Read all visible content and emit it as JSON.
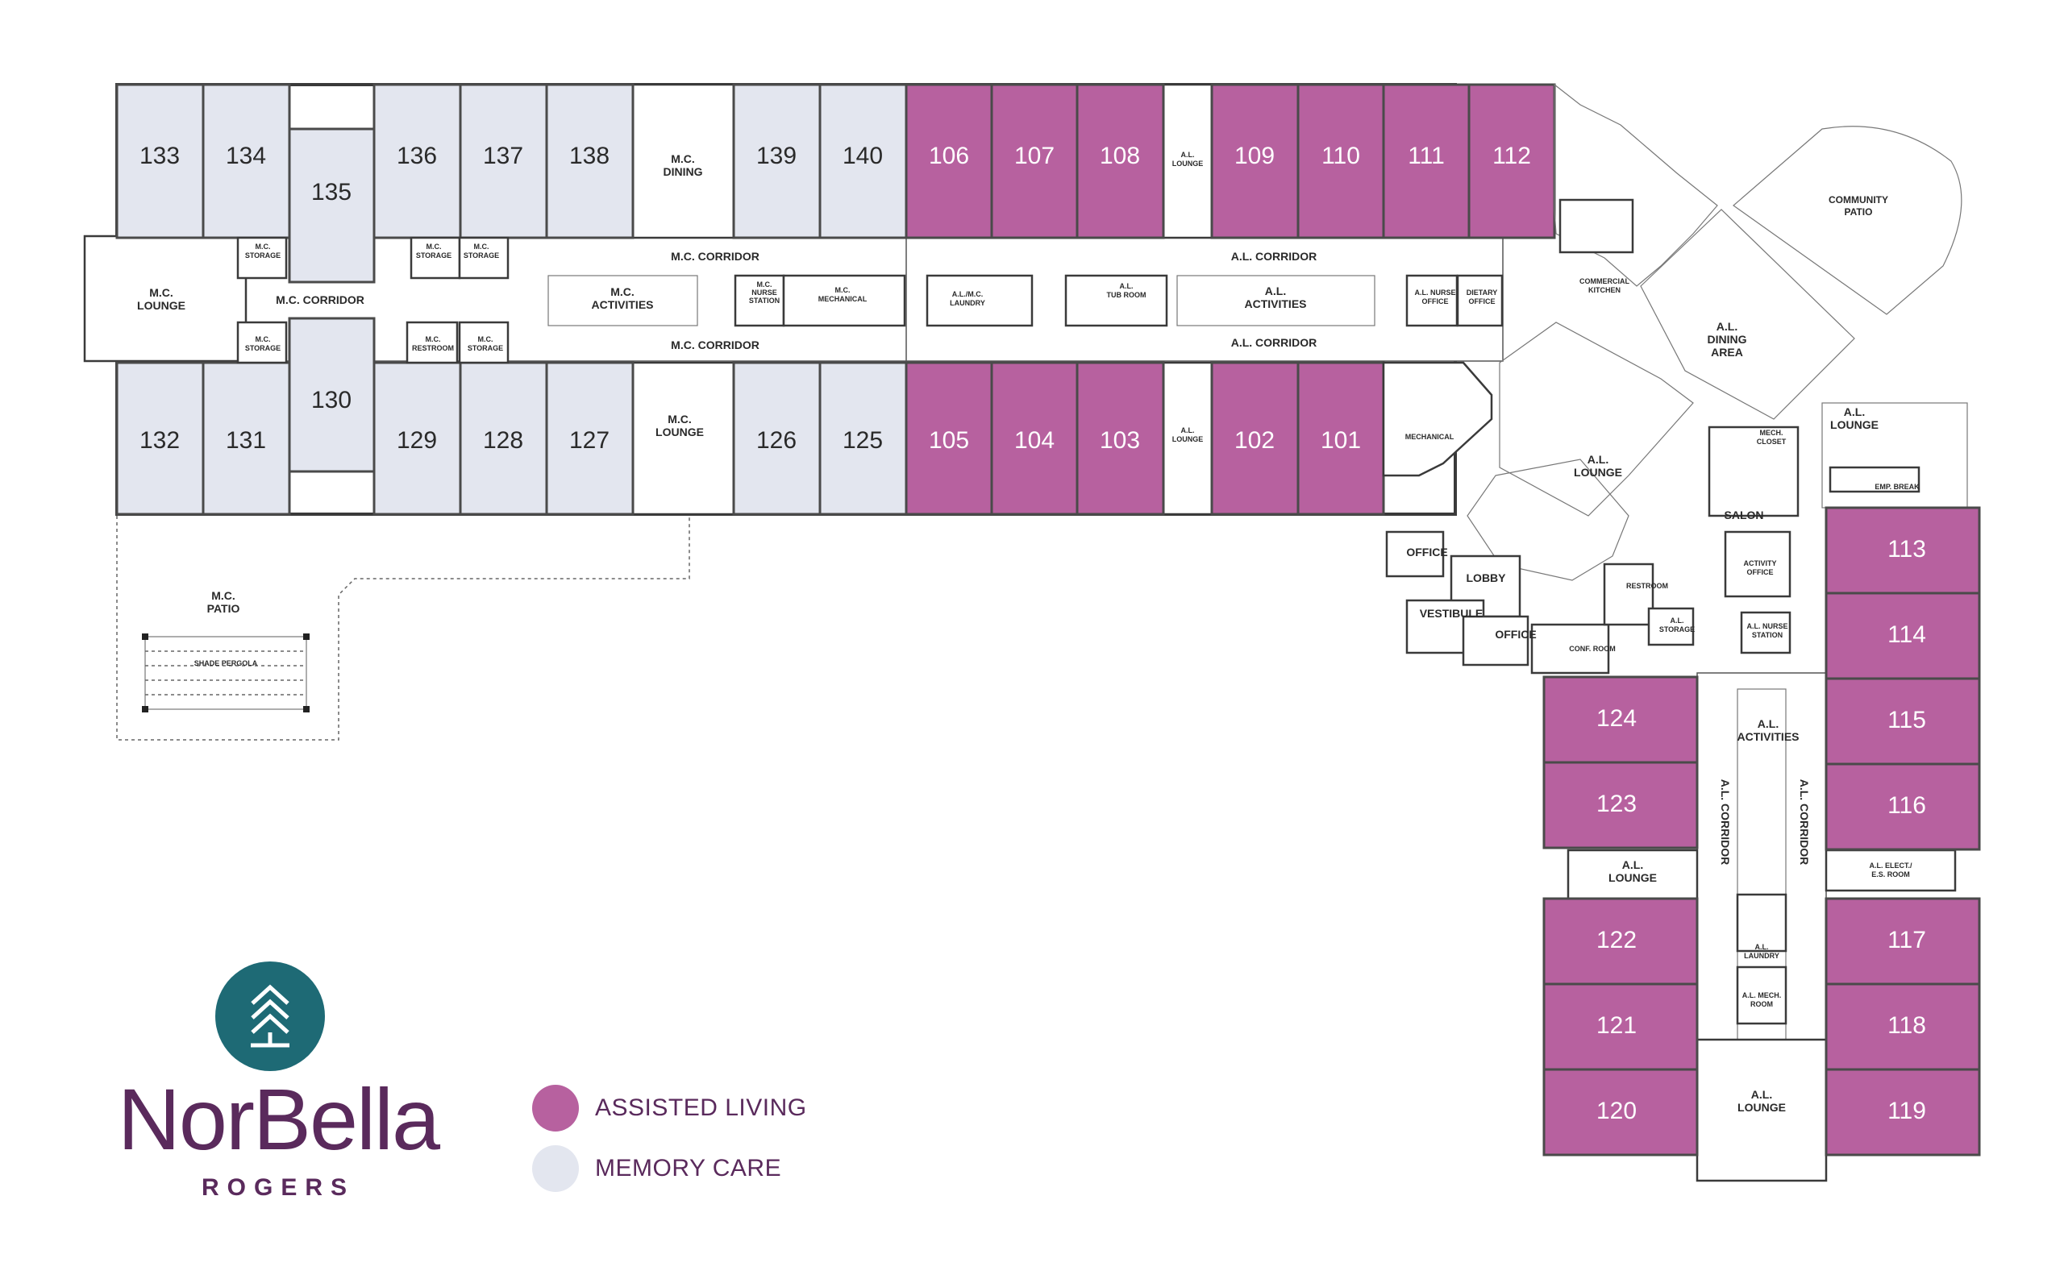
{
  "colors": {
    "assisted_living": "#b7619f",
    "memory_care": "#e3e6ef",
    "brand": "#5a2a5c",
    "logo_teal": "#1e6a75"
  },
  "units": {
    "u133": "133",
    "u134": "134",
    "u135": "135",
    "u136": "136",
    "u137": "137",
    "u138": "138",
    "u139": "139",
    "u140": "140",
    "u132": "132",
    "u131": "131",
    "u130": "130",
    "u129": "129",
    "u128": "128",
    "u127": "127",
    "u126": "126",
    "u125": "125",
    "u106": "106",
    "u107": "107",
    "u108": "108",
    "u109": "109",
    "u110": "110",
    "u111": "111",
    "u112": "112",
    "u105": "105",
    "u104": "104",
    "u103": "103",
    "u102": "102",
    "u101": "101",
    "u113": "113",
    "u114": "114",
    "u115": "115",
    "u116": "116",
    "u117": "117",
    "u118": "118",
    "u119": "119",
    "u124": "124",
    "u123": "123",
    "u122": "122",
    "u121": "121",
    "u120": "120"
  },
  "rooms": {
    "mc_dining_1": "M.C.",
    "mc_dining_2": "DINING",
    "mc_lounge_west_1": "M.C.",
    "mc_lounge_west_2": "LOUNGE",
    "mc_lounge_south_1": "M.C.",
    "mc_lounge_south_2": "LOUNGE",
    "mc_corridor_west": "M.C. CORRIDOR",
    "mc_corridor_top": "M.C. CORRIDOR",
    "mc_corridor_bottom": "M.C. CORRIDOR",
    "mc_activities_1": "M.C.",
    "mc_activities_2": "ACTIVITIES",
    "mc_storage_1a": "M.C.",
    "mc_storage_1b": "STORAGE",
    "mc_storage_2a": "M.C.",
    "mc_storage_2b": "STORAGE",
    "mc_storage_3a": "M.C.",
    "mc_storage_3b": "STORAGE",
    "mc_storage_4a": "M.C.",
    "mc_storage_4b": "STORAGE",
    "mc_storage_5a": "M.C.",
    "mc_storage_5b": "STORAGE",
    "mc_restroom_a": "M.C.",
    "mc_restroom_b": "RESTROOM",
    "mc_nurse_a": "M.C.",
    "mc_nurse_b": "NURSE",
    "mc_nurse_c": "STATION",
    "mc_mech_a": "M.C.",
    "mc_mech_b": "MECHANICAL",
    "al_mc_laundry_a": "A.L./M.C.",
    "al_mc_laundry_b": "LAUNDRY",
    "al_tub_a": "A.L.",
    "al_tub_b": "TUB ROOM",
    "al_lounge_n_a": "A.L.",
    "al_lounge_n_b": "LOUNGE",
    "al_lounge_s_a": "A.L.",
    "al_lounge_s_b": "LOUNGE",
    "al_corridor_top": "A.L. CORRIDOR",
    "al_corridor_bottom": "A.L. CORRIDOR",
    "al_activities_1": "A.L.",
    "al_activities_2": "ACTIVITIES",
    "al_nurse_office_a": "A.L. NURSE",
    "al_nurse_office_b": "OFFICE",
    "dietary_a": "DIETARY",
    "dietary_b": "OFFICE",
    "mechanical": "MECHANICAL",
    "commercial_kitchen_a": "COMMERCIAL",
    "commercial_kitchen_b": "KITCHEN",
    "community_patio_a": "COMMUNITY",
    "community_patio_b": "PATIO",
    "al_dining_a": "A.L.",
    "al_dining_b": "DINING",
    "al_dining_c": "AREA",
    "al_lounge_c_a": "A.L.",
    "al_lounge_c_b": "LOUNGE",
    "al_lounge_e_a": "A.L.",
    "al_lounge_e_b": "LOUNGE",
    "mech_closet_a": "MECH.",
    "mech_closet_b": "CLOSET",
    "emp_break": "EMP. BREAK",
    "salon": "SALON",
    "activity_office_a": "ACTIVITY",
    "activity_office_b": "OFFICE",
    "al_nurse_station_a": "A.L. NURSE",
    "al_nurse_station_b": "STATION",
    "office_1": "OFFICE",
    "office_2": "OFFICE",
    "lobby": "LOBBY",
    "vestibule": "VESTIBULE",
    "restroom": "RESTROOM",
    "al_storage_a": "A.L.",
    "al_storage_b": "STORAGE",
    "conf_room": "CONF. ROOM",
    "al_activities_s_a": "A.L.",
    "al_activities_s_b": "ACTIVITIES",
    "al_corridor_left": "A.L. CORRIDOR",
    "al_corridor_right": "A.L. CORRIDOR",
    "al_lounge_w_a": "A.L.",
    "al_lounge_w_b": "LOUNGE",
    "al_elect_a": "A.L. ELECT./",
    "al_elect_b": "E.S. ROOM",
    "al_laundry_a": "A.L.",
    "al_laundry_b": "LAUNDRY",
    "al_mech_room_a": "A.L. MECH.",
    "al_mech_room_b": "ROOM",
    "al_lounge_bottom_a": "A.L.",
    "al_lounge_bottom_b": "LOUNGE",
    "mc_patio_a": "M.C.",
    "mc_patio_b": "PATIO",
    "shade_pergola": "SHADE PERGOLA"
  },
  "logo": {
    "brand": "NorBella",
    "sub": "ROGERS",
    "icon": "tree-chevron-icon"
  },
  "legend": {
    "assisted_living": "ASSISTED LIVING",
    "memory_care": "MEMORY CARE"
  }
}
